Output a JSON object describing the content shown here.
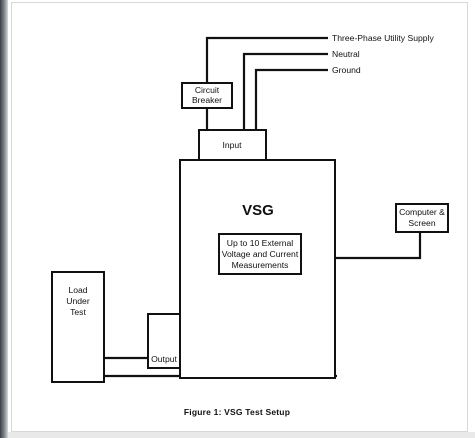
{
  "diagram": {
    "supply_labels": {
      "three_phase": "Three-Phase Utility Supply",
      "neutral": "Neutral",
      "ground": "Ground"
    },
    "circuit_breaker": {
      "line1": "Circuit",
      "line2": "Breaker"
    },
    "input": {
      "label": "Input"
    },
    "vsg": {
      "title": "VSG"
    },
    "measurements": {
      "line1": "Up to 10 External",
      "line2": "Voltage and Current",
      "line3": "Measurements"
    },
    "computer": {
      "line1": "Computer &",
      "line2": "Screen"
    },
    "load": {
      "line1": "Load",
      "line2": "Under",
      "line3": "Test"
    },
    "output": {
      "label": "Output"
    },
    "caption": "Figure 1: VSG Test Setup",
    "colors": {
      "line": "#111111",
      "background": "#ffffff"
    }
  }
}
